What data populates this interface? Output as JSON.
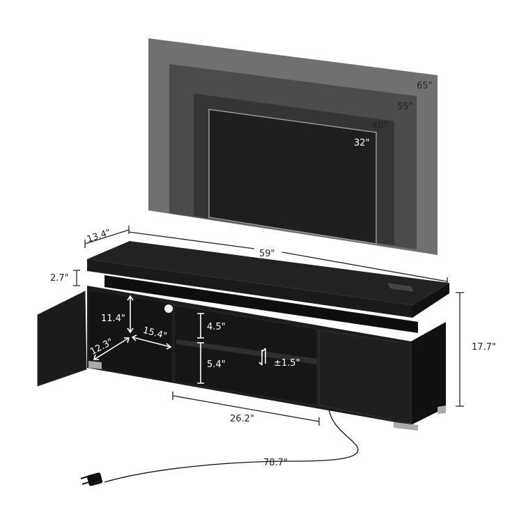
{
  "tv_sizes": {
    "s65": "65\"",
    "s55": "55\"",
    "s40": "40\"",
    "s32": "32\""
  },
  "dimensions": {
    "depth": "13.4\"",
    "width": "59\"",
    "top_thickness": "2.7\"",
    "height": "17.7\"",
    "cabinet_height": "11.4\"",
    "cabinet_width": "15.4\"",
    "cabinet_depth": "12.3\"",
    "upper_shelf": "4.5\"",
    "lower_shelf": "5.4\"",
    "shelf_adjust": "±1.5\"",
    "open_width": "26.2\"",
    "cord_length": "78.7\""
  },
  "colors": {
    "tv65": "#707070",
    "tv55": "#4b4b4b",
    "tv40": "#353535",
    "tv32": "#1f1f1f",
    "furniture": "#1c1c1c"
  }
}
